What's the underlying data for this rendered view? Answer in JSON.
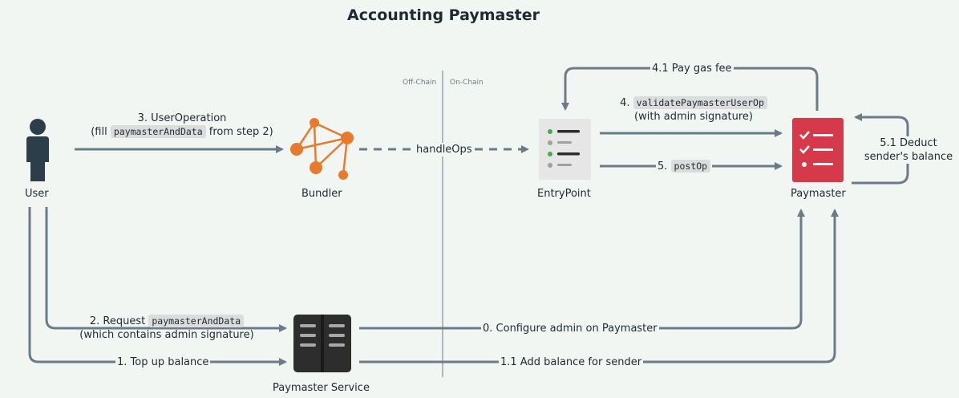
{
  "title": "Accounting Paymaster",
  "zones": {
    "off_chain": "Off-Chain",
    "on_chain": "On-Chain"
  },
  "actors": {
    "user": "User",
    "bundler": "Bundler",
    "entrypoint": "EntryPoint",
    "paymaster": "Paymaster",
    "paymaster_service": "Paymaster Service"
  },
  "steps": {
    "s3_title": "3.  UserOperation",
    "s3_pre": "(fill ",
    "s3_code": "paymasterAndData",
    "s3_post": " from step 2)",
    "handle_ops": "handleOps",
    "s4_num": "4. ",
    "s4_code": "validatePaymasterUserOp",
    "s4_sub": "(with admin signature)",
    "s41": "4.1 Pay gas fee",
    "s5_num": "5. ",
    "s5_code": "postOp",
    "s51_line1": "5.1 Deduct",
    "s51_line2": "sender's balance",
    "s2_pre": "2.  Request ",
    "s2_code": "paymasterAndData",
    "s2_sub": "(which contains admin signature)",
    "s1": "1. Top up balance",
    "s0": "0.  Configure admin on Paymaster",
    "s11": "1.1 Add balance for sender"
  },
  "colors": {
    "arrow": "#6b7b87",
    "bundler": "#e87a2e",
    "paymaster": "#d63a4a",
    "service": "#2d2d2d",
    "entrypoint": "#e6e6e6",
    "user": "#2d3e4b"
  }
}
